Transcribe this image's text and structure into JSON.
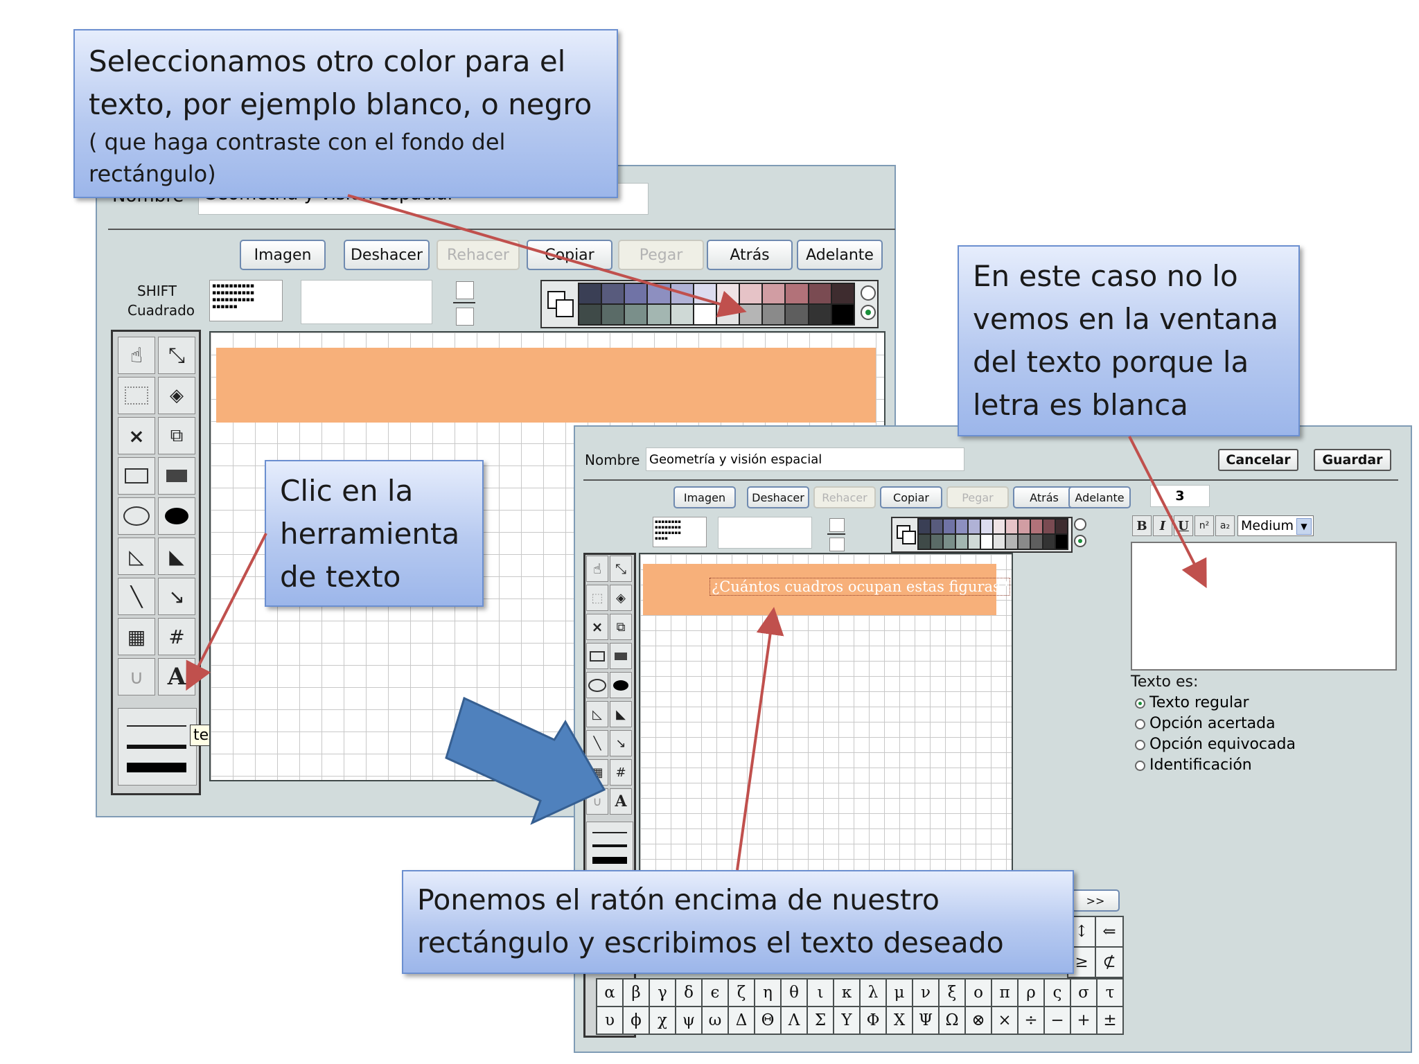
{
  "callouts": {
    "color": {
      "line1": "Seleccionamos otro color para el",
      "line2": "texto, por ejemplo blanco, o negro",
      "line3": "( que haga contraste con el fondo del",
      "line4": "rectángulo)"
    },
    "text_tool": {
      "line1": "Clic en la",
      "line2": "herramienta",
      "line3": "de texto"
    },
    "white_text": {
      "line1": "En este caso no lo",
      "line2": "vemos en la ventana",
      "line3": "del texto porque la",
      "line4": "letra es blanca"
    },
    "mouse": {
      "line1": "Ponemos el ratón encima de nuestro",
      "line2": "rectángulo y escribimos el texto deseado"
    }
  },
  "editor_back": {
    "name_label": "Nombre",
    "name_value": "Geometría y visión espacial",
    "buttons": {
      "image": "Imagen",
      "undo": "Deshacer",
      "redo": "Rehacer",
      "copy": "Copiar",
      "paste": "Pegar",
      "back": "Atrás",
      "forward": "Adelante"
    },
    "shift_label": "SHIFT",
    "shape_label": "Cuadrado",
    "tooltip": "texto"
  },
  "editor_front": {
    "name_label": "Nombre",
    "name_value": "Geometría y visión espacial",
    "cancel": "Cancelar",
    "save": "Guardar",
    "buttons": {
      "image": "Imagen",
      "undo": "Deshacer",
      "redo": "Rehacer",
      "copy": "Copiar",
      "paste": "Pegar",
      "back": "Atrás",
      "forward": "Adelante"
    },
    "font_size_value": "3",
    "bold": "B",
    "italic": "I",
    "underline": "U",
    "superscript": "n²",
    "subscript": "a₂",
    "size_select": "Medium",
    "canvas_text": "¿Cuántos cuadros ocupan estas figuras?",
    "text_type_label": "Texto es:",
    "text_types": [
      "Texto regular",
      "Opción acertada",
      "Opción equivocada",
      "Identificación"
    ],
    "selected_text_type": "Texto regular",
    "expand": ">>",
    "greek_row1": [
      "α",
      "β",
      "γ",
      "δ",
      "ϵ",
      "ζ",
      "η",
      "θ",
      "ι",
      "κ",
      "λ",
      "μ",
      "ν",
      "ξ",
      "ο",
      "π",
      "ρ",
      "ς",
      "σ",
      "τ"
    ],
    "greek_row2": [
      "υ",
      "ϕ",
      "χ",
      "ψ",
      "ω",
      "Δ",
      "Θ",
      "Λ",
      "Σ",
      "Υ",
      "Φ",
      "Χ",
      "Ψ",
      "Ω",
      "⊗",
      "×",
      "÷",
      "−",
      "+",
      "±"
    ],
    "side_symbols": [
      "↕",
      "⇐",
      "≥",
      "⊄"
    ]
  },
  "colors": {
    "accent_orange": "#f7b07a",
    "arrow_red": "#c0504d",
    "big_arrow": "#4f81bd",
    "callout_border": "#6b8fd0"
  }
}
